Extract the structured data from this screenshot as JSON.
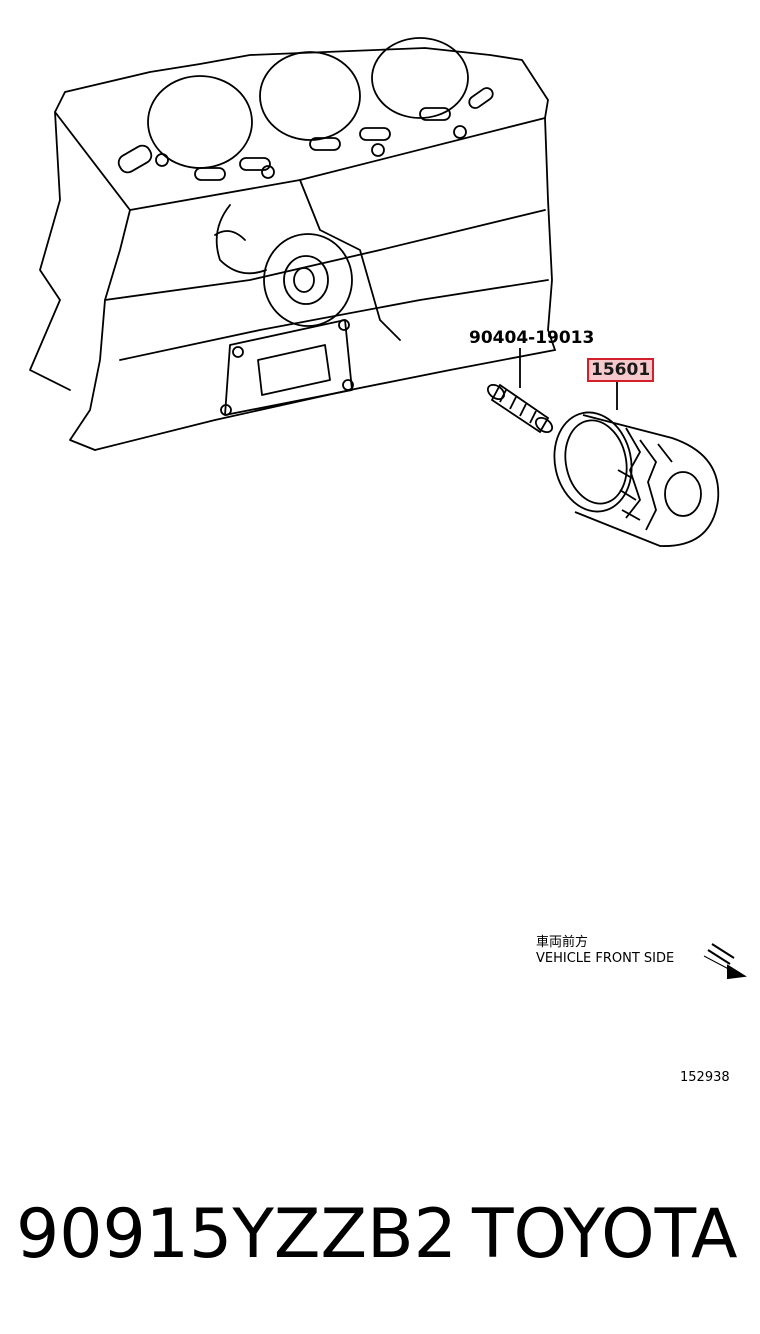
{
  "diagram": {
    "callouts": {
      "stud_part_no": "90404-19013",
      "filter_part_no": "15601"
    },
    "direction": {
      "label_jp": "車両前方",
      "label_en": "VEHICLE FRONT SIDE",
      "icon": "direction-arrow-icon"
    },
    "illustration_number": "152938",
    "highlight_color": "#d21f2b"
  },
  "footer": {
    "part_number": "90915YZZB2",
    "brand": "TOYOTA"
  }
}
